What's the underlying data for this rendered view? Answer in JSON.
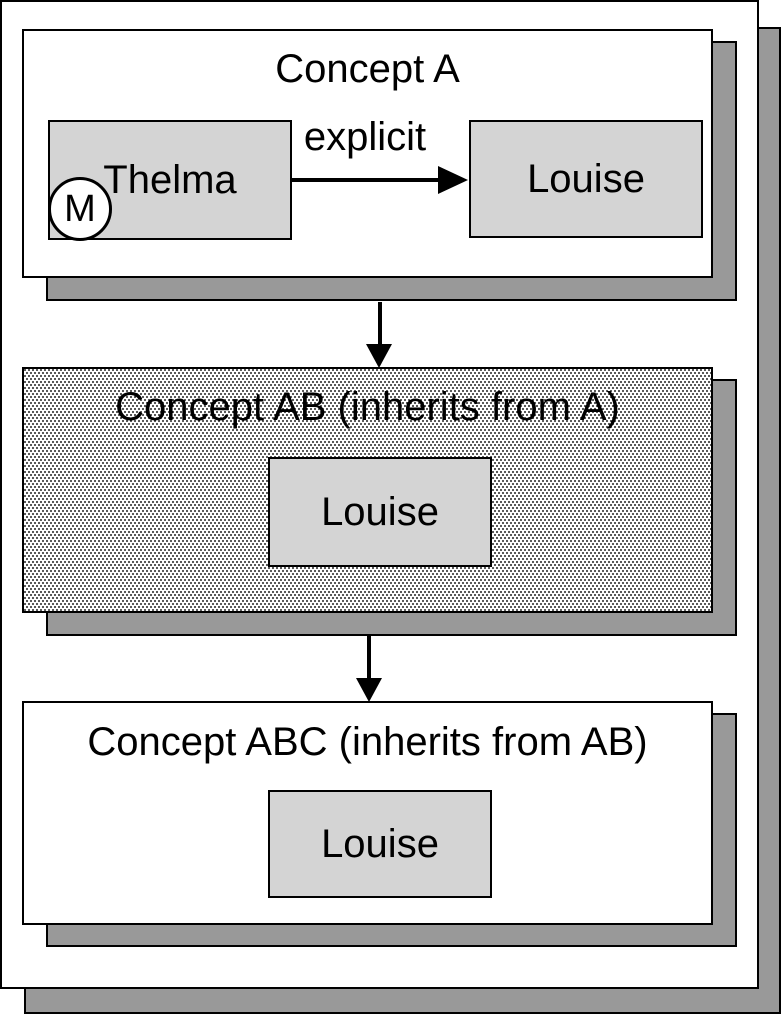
{
  "colors": {
    "shadow_gray": "#999999",
    "node_fill": "#d4d4d4",
    "outline": "#000000",
    "panel_bg": "#ffffff"
  },
  "concept_a": {
    "title": "Concept A",
    "thelma_label": "Thelma",
    "marker_label": "M",
    "relation_label": "explicit",
    "louise_label": "Louise"
  },
  "concept_ab": {
    "title": "Concept AB (inherits from A)",
    "louise_label": "Louise"
  },
  "concept_abc": {
    "title": "Concept ABC (inherits from AB)",
    "louise_label": "Louise"
  }
}
